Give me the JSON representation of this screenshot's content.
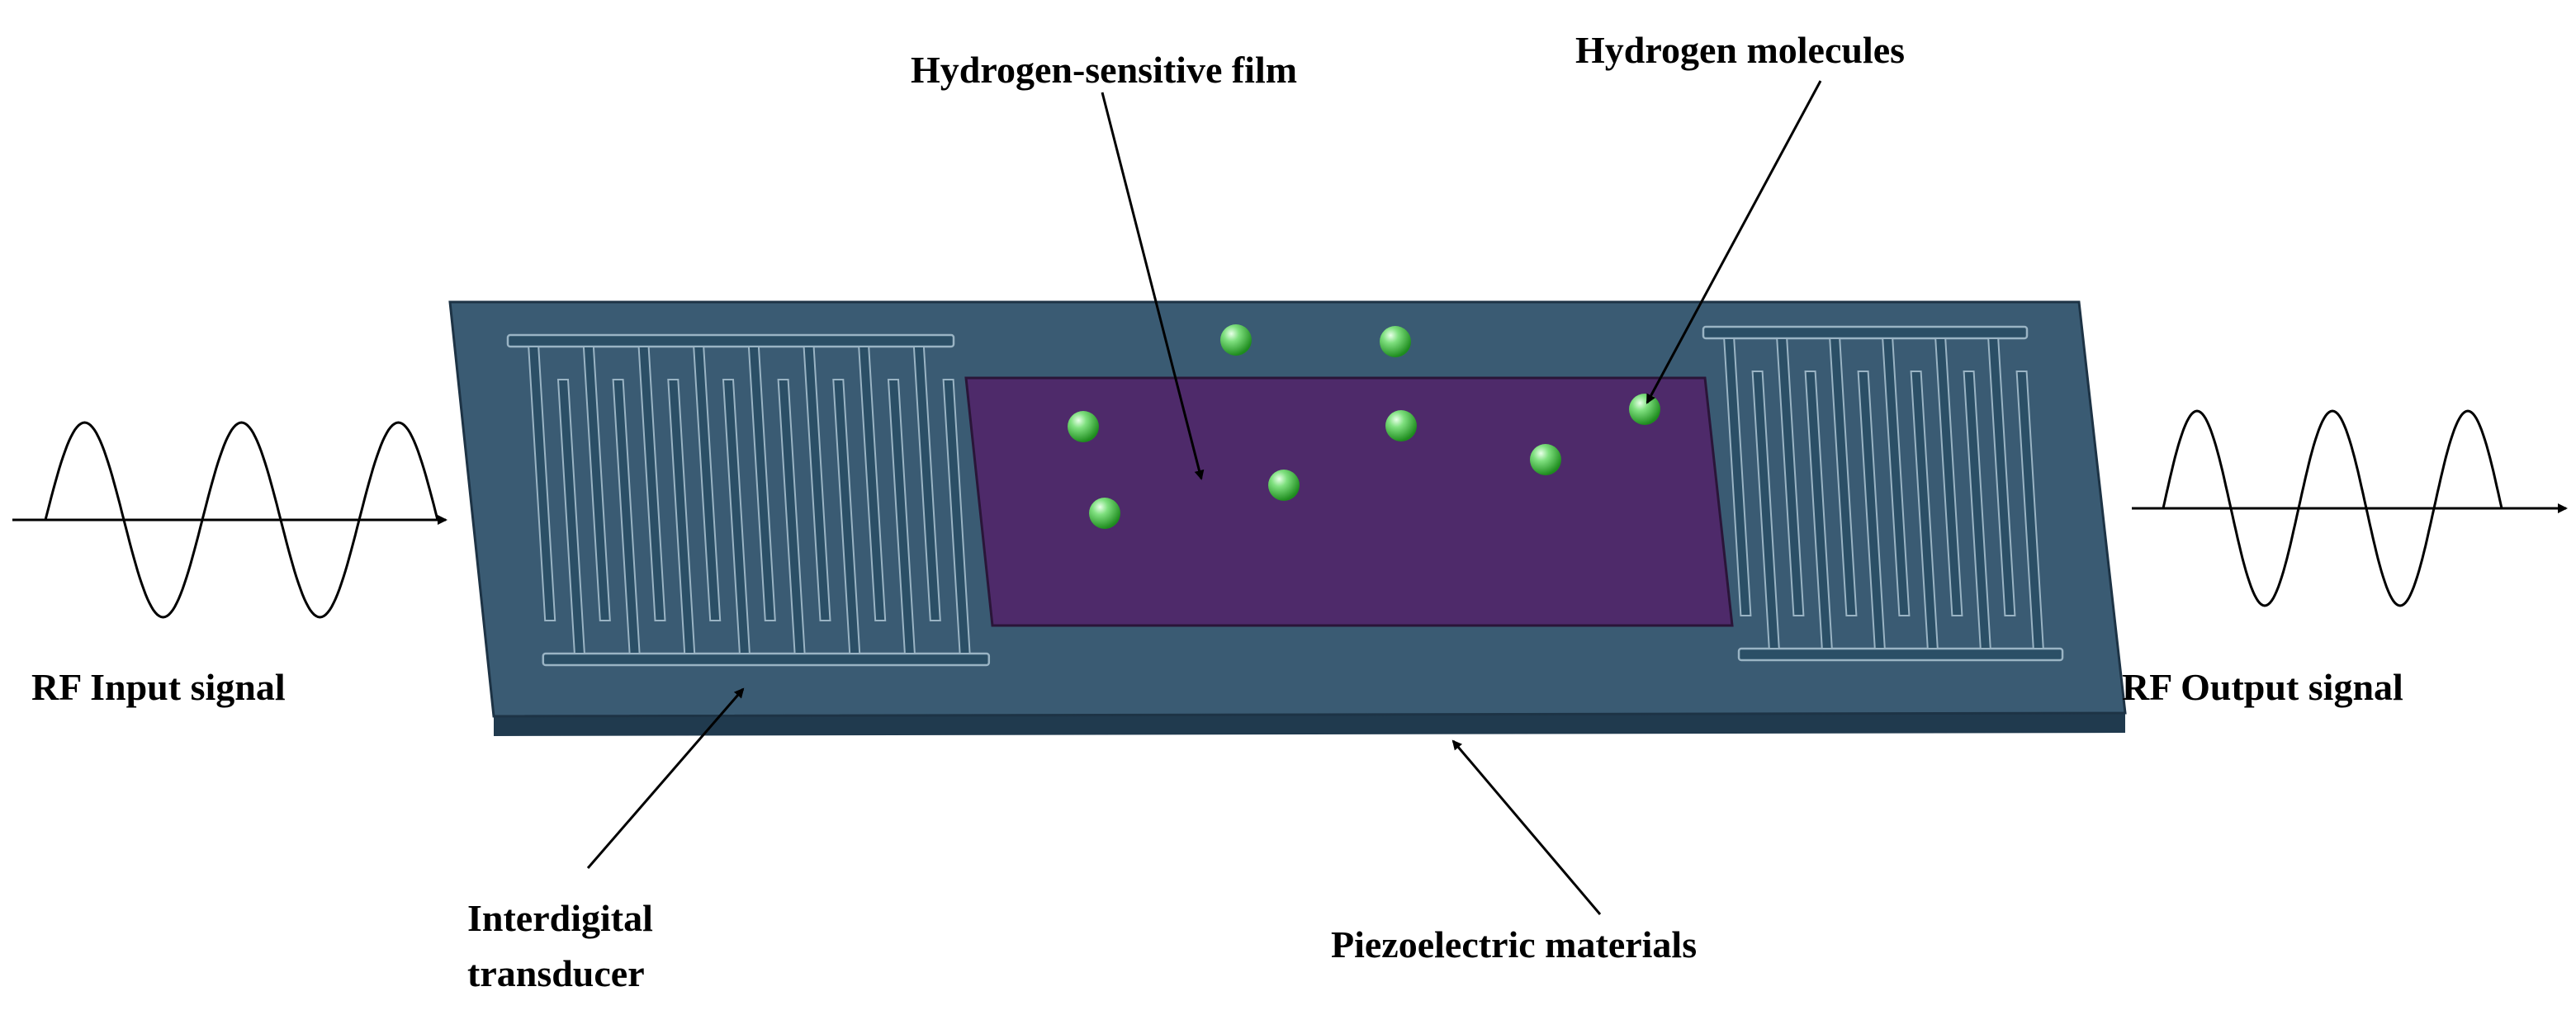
{
  "labels": {
    "film": "Hydrogen-sensitive film",
    "molecules": "Hydrogen molecules",
    "input": "RF Input signal",
    "output": "RF Output signal",
    "idt_line1": "Interdigital",
    "idt_line2": "transducer",
    "substrate": "Piezoelectric materials"
  },
  "colors": {
    "substrate": "#3a5b73",
    "substrate_edge": "#1d3345",
    "film": "#4e2a6a",
    "molecule": "#3fc43f",
    "electrode": "#2b4f66"
  },
  "icons": {
    "molecule": "green-sphere",
    "signal": "sine-wave"
  }
}
